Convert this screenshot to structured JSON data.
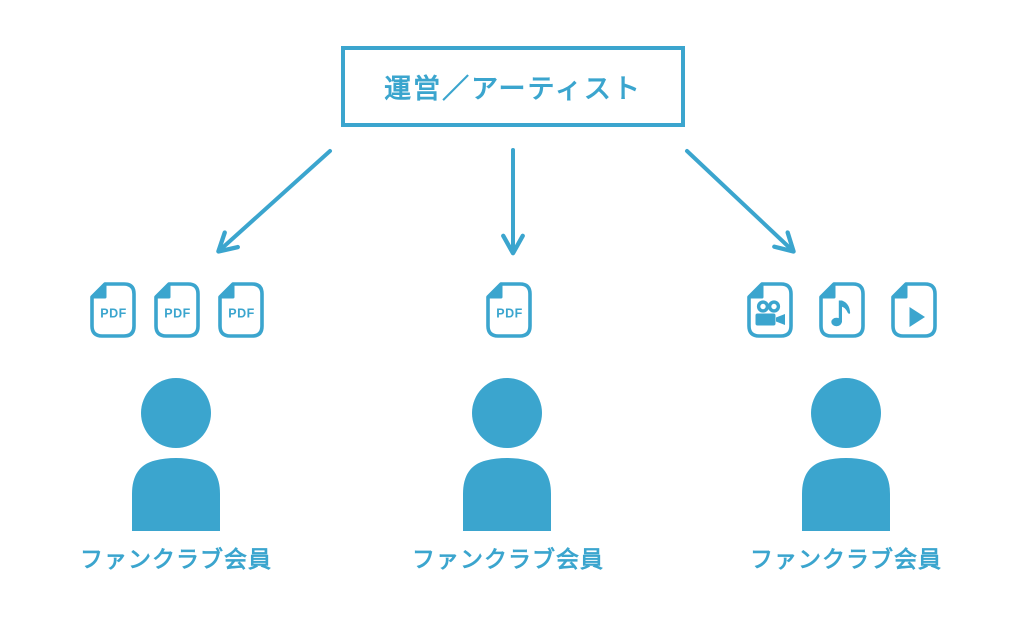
{
  "diagram": {
    "source_box": {
      "label": "運営／アーティスト"
    },
    "columns": [
      {
        "label": "ファンクラブ会員",
        "files": [
          "pdf",
          "pdf",
          "pdf"
        ]
      },
      {
        "label": "ファンクラブ会員",
        "files": [
          "pdf"
        ]
      },
      {
        "label": "ファンクラブ会員",
        "files": [
          "video",
          "music",
          "play"
        ]
      }
    ],
    "file_badge_label": "PDF",
    "colors": {
      "accent": "#3BA5CE",
      "background": "#FFFFFF"
    }
  }
}
